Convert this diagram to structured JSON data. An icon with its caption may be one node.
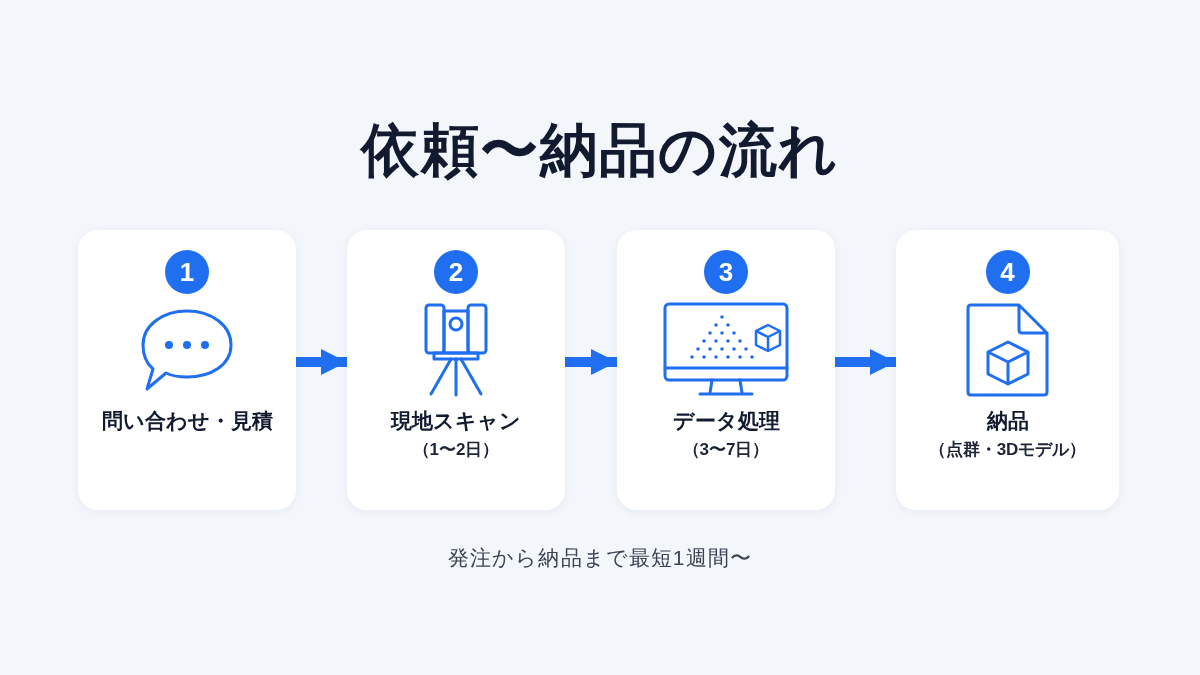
{
  "diagram": {
    "title": "依頼〜納品の流れ",
    "nodes": [
      {
        "text": [
          "1",
          "問い合わせ・見積"
        ]
      },
      {
        "text": [
          "2",
          "現地スキャン",
          "（1〜2日）"
        ]
      },
      {
        "text": [
          "3",
          "データ処理",
          "（3〜7日）"
        ]
      },
      {
        "text": [
          "4",
          "納品",
          "（点群・3Dモデル）"
        ]
      }
    ],
    "edges": [
      {
        "from": 0,
        "to": 1,
        "arrow": "to"
      },
      {
        "from": 1,
        "to": 2,
        "arrow": "to"
      },
      {
        "from": 2,
        "to": 3,
        "arrow": "to"
      }
    ],
    "labels": [
      "発注から納品まで最短1週間〜"
    ]
  }
}
